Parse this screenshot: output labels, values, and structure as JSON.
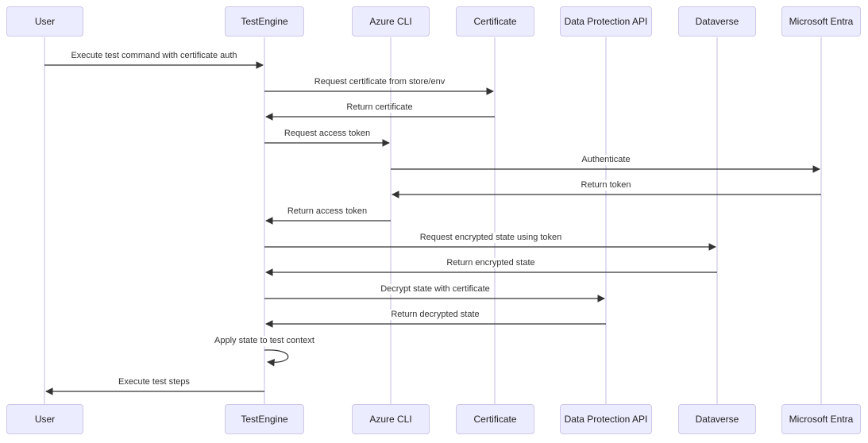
{
  "diagram_type": "sequence",
  "colors": {
    "background": "#ffffff",
    "actor_fill": "#ECECFF",
    "actor_border": "#cfc7e8",
    "lifeline": "#d9d2ee",
    "arrow": "#333333",
    "text": "#333333"
  },
  "actors": [
    {
      "id": "user",
      "name": "User"
    },
    {
      "id": "testengine",
      "name": "TestEngine"
    },
    {
      "id": "azure-cli",
      "name": "Azure CLI"
    },
    {
      "id": "certificate",
      "name": "Certificate"
    },
    {
      "id": "data-protection-api",
      "name": "Data Protection API"
    },
    {
      "id": "dataverse",
      "name": "Dataverse"
    },
    {
      "id": "microsoft-entra",
      "name": "Microsoft Entra"
    }
  ],
  "messages": [
    {
      "from": "User",
      "to": "TestEngine",
      "label": "Execute test command with certificate auth",
      "style": "solid"
    },
    {
      "from": "TestEngine",
      "to": "Certificate",
      "label": "Request certificate from store/env",
      "style": "solid"
    },
    {
      "from": "Certificate",
      "to": "TestEngine",
      "label": "Return certificate",
      "style": "solid"
    },
    {
      "from": "TestEngine",
      "to": "Azure CLI",
      "label": "Request access token",
      "style": "solid"
    },
    {
      "from": "Azure CLI",
      "to": "Microsoft Entra",
      "label": "Authenticate",
      "style": "solid"
    },
    {
      "from": "Microsoft Entra",
      "to": "Azure CLI",
      "label": "Return token",
      "style": "solid"
    },
    {
      "from": "Azure CLI",
      "to": "TestEngine",
      "label": "Return access token",
      "style": "solid"
    },
    {
      "from": "TestEngine",
      "to": "Dataverse",
      "label": "Request encrypted state using token",
      "style": "solid"
    },
    {
      "from": "Dataverse",
      "to": "TestEngine",
      "label": "Return encrypted state",
      "style": "solid"
    },
    {
      "from": "TestEngine",
      "to": "Data Protection API",
      "label": "Decrypt state with certificate",
      "style": "solid"
    },
    {
      "from": "Data Protection API",
      "to": "TestEngine",
      "label": "Return decrypted state",
      "style": "solid"
    },
    {
      "from": "TestEngine",
      "to": "TestEngine",
      "label": "Apply state to test context",
      "style": "self"
    },
    {
      "from": "TestEngine",
      "to": "User",
      "label": "Execute test steps",
      "style": "solid"
    }
  ]
}
